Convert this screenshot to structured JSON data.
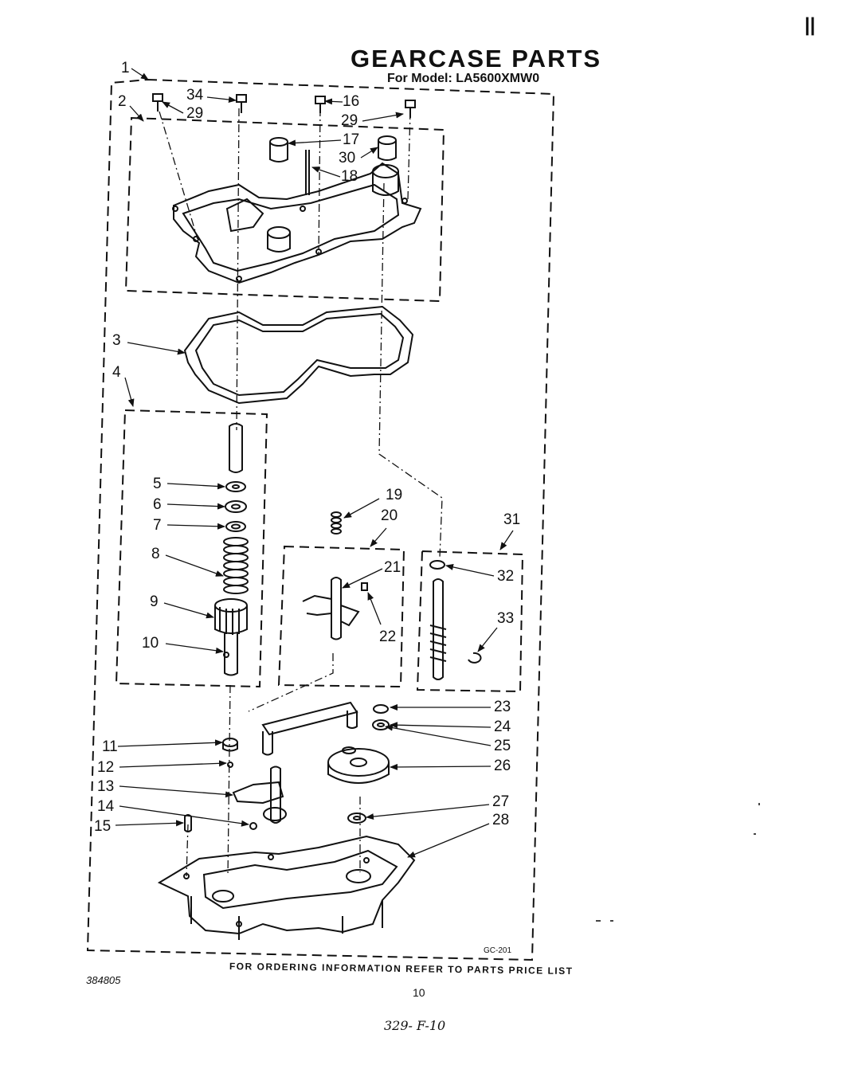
{
  "title": "GEARCASE PARTS",
  "model_line": "For Model: LA5600XMW0",
  "footer": "FOR ORDERING INFORMATION REFER TO PARTS PRICE LIST",
  "diagram_code": "GC-201",
  "document_number": "384805",
  "page_number": "10",
  "handwritten_note": "329- F-10",
  "corner_mark": "||",
  "callouts": [
    {
      "id": "c1",
      "text": "1"
    },
    {
      "id": "c2",
      "text": "2"
    },
    {
      "id": "c3",
      "text": "3"
    },
    {
      "id": "c4",
      "text": "4"
    },
    {
      "id": "c5",
      "text": "5"
    },
    {
      "id": "c6",
      "text": "6"
    },
    {
      "id": "c7",
      "text": "7"
    },
    {
      "id": "c8",
      "text": "8"
    },
    {
      "id": "c9",
      "text": "9"
    },
    {
      "id": "c10",
      "text": "10"
    },
    {
      "id": "c11",
      "text": "11"
    },
    {
      "id": "c12",
      "text": "12"
    },
    {
      "id": "c13",
      "text": "13"
    },
    {
      "id": "c14",
      "text": "14"
    },
    {
      "id": "c15",
      "text": "15"
    },
    {
      "id": "c16",
      "text": "16"
    },
    {
      "id": "c17",
      "text": "17"
    },
    {
      "id": "c18",
      "text": "18"
    },
    {
      "id": "c19",
      "text": "19"
    },
    {
      "id": "c20",
      "text": "20"
    },
    {
      "id": "c21",
      "text": "21"
    },
    {
      "id": "c22",
      "text": "22"
    },
    {
      "id": "c23",
      "text": "23"
    },
    {
      "id": "c24",
      "text": "24"
    },
    {
      "id": "c25",
      "text": "25"
    },
    {
      "id": "c26",
      "text": "26"
    },
    {
      "id": "c27",
      "text": "27"
    },
    {
      "id": "c28",
      "text": "28"
    },
    {
      "id": "c29a",
      "text": "29"
    },
    {
      "id": "c29b",
      "text": "29"
    },
    {
      "id": "c30",
      "text": "30"
    },
    {
      "id": "c31",
      "text": "31"
    },
    {
      "id": "c32",
      "text": "32"
    },
    {
      "id": "c33",
      "text": "33"
    },
    {
      "id": "c34",
      "text": "34"
    }
  ]
}
